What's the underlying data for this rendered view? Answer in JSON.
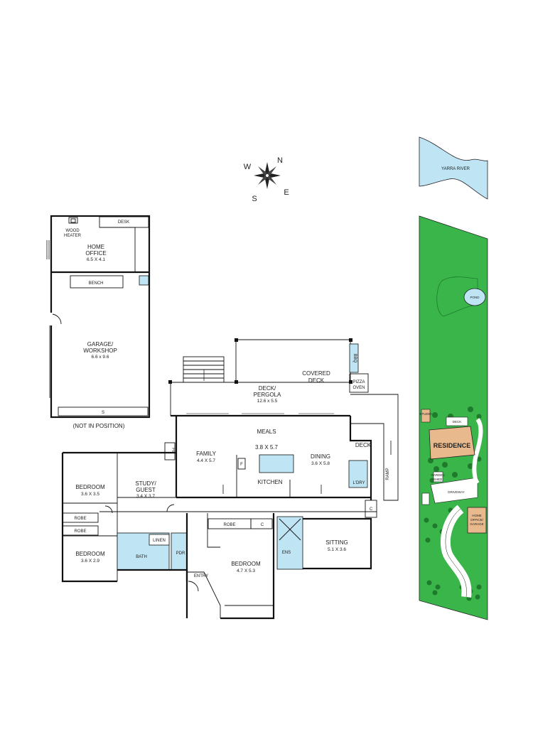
{
  "compass": {
    "n": "N",
    "s": "S",
    "e": "E",
    "w": "W"
  },
  "site": {
    "river": "YARRA RIVER",
    "pond": "POND",
    "residence": "RESIDENCE",
    "deck": "DECK",
    "driveway": "DRIVEWAY",
    "studio": "STUDIO",
    "home_office_garage": [
      "HOME",
      "OFFICE/",
      "GARAGE"
    ],
    "small_labels": [
      "GARDEN",
      "SHED"
    ],
    "colors": {
      "grass": "#3ab54a",
      "water": "#bfe4f3",
      "building": "#e8b98c"
    }
  },
  "outbuilding": {
    "wood_heater": [
      "WOOD",
      "HEATER"
    ],
    "desk": "DESK",
    "home_office": [
      "HOME",
      "OFFICE"
    ],
    "home_office_dim": "6.5 X 4.1",
    "bench": "BENCH",
    "garage": [
      "GARAGE/",
      "WORKSHOP"
    ],
    "garage_dim": "6.6 x 9.6",
    "s": "S",
    "not_in_position": "(NOT IN POSITION)"
  },
  "house": {
    "bbq": "BBQ",
    "covered_deck": [
      "COVERED",
      "DECK"
    ],
    "pizza_oven": [
      "PIZZA",
      "OVEN"
    ],
    "deck_pergola": [
      "DECK/",
      "PERGOLA"
    ],
    "deck_pergola_dim": "12.6 x 5.5",
    "meals": "MEALS",
    "meals_dim": "3.8 X 5.7",
    "family": "FAMILY",
    "family_dim": "4.4 X 5.7",
    "fp": "FP",
    "f": "F",
    "kitchen": "KITCHEN",
    "dining": "DINING",
    "dining_dim": "3.6 X 5.8",
    "deck": "DECK",
    "laundry": "L'DRY",
    "ramp": "RAMP",
    "c": "C",
    "bedroom1": "BEDROOM",
    "bedroom1_dim": "3.6 X 3.5",
    "study": [
      "STUDY/",
      "GUEST"
    ],
    "study_dim": "3.4 X 3.7",
    "robe": "ROBE",
    "bedroom2": "BEDROOM",
    "bedroom2_dim": "3.6 X 2.9",
    "bath": "BATH",
    "linen": "LINEN",
    "pdr": "PDR",
    "entry": "ENTRY",
    "bedroom3": "BEDROOM",
    "bedroom3_dim": "4.7 X 5.3",
    "ens": "ENS",
    "sitting": "SITTING",
    "sitting_dim": "5.1 X 3.6"
  }
}
